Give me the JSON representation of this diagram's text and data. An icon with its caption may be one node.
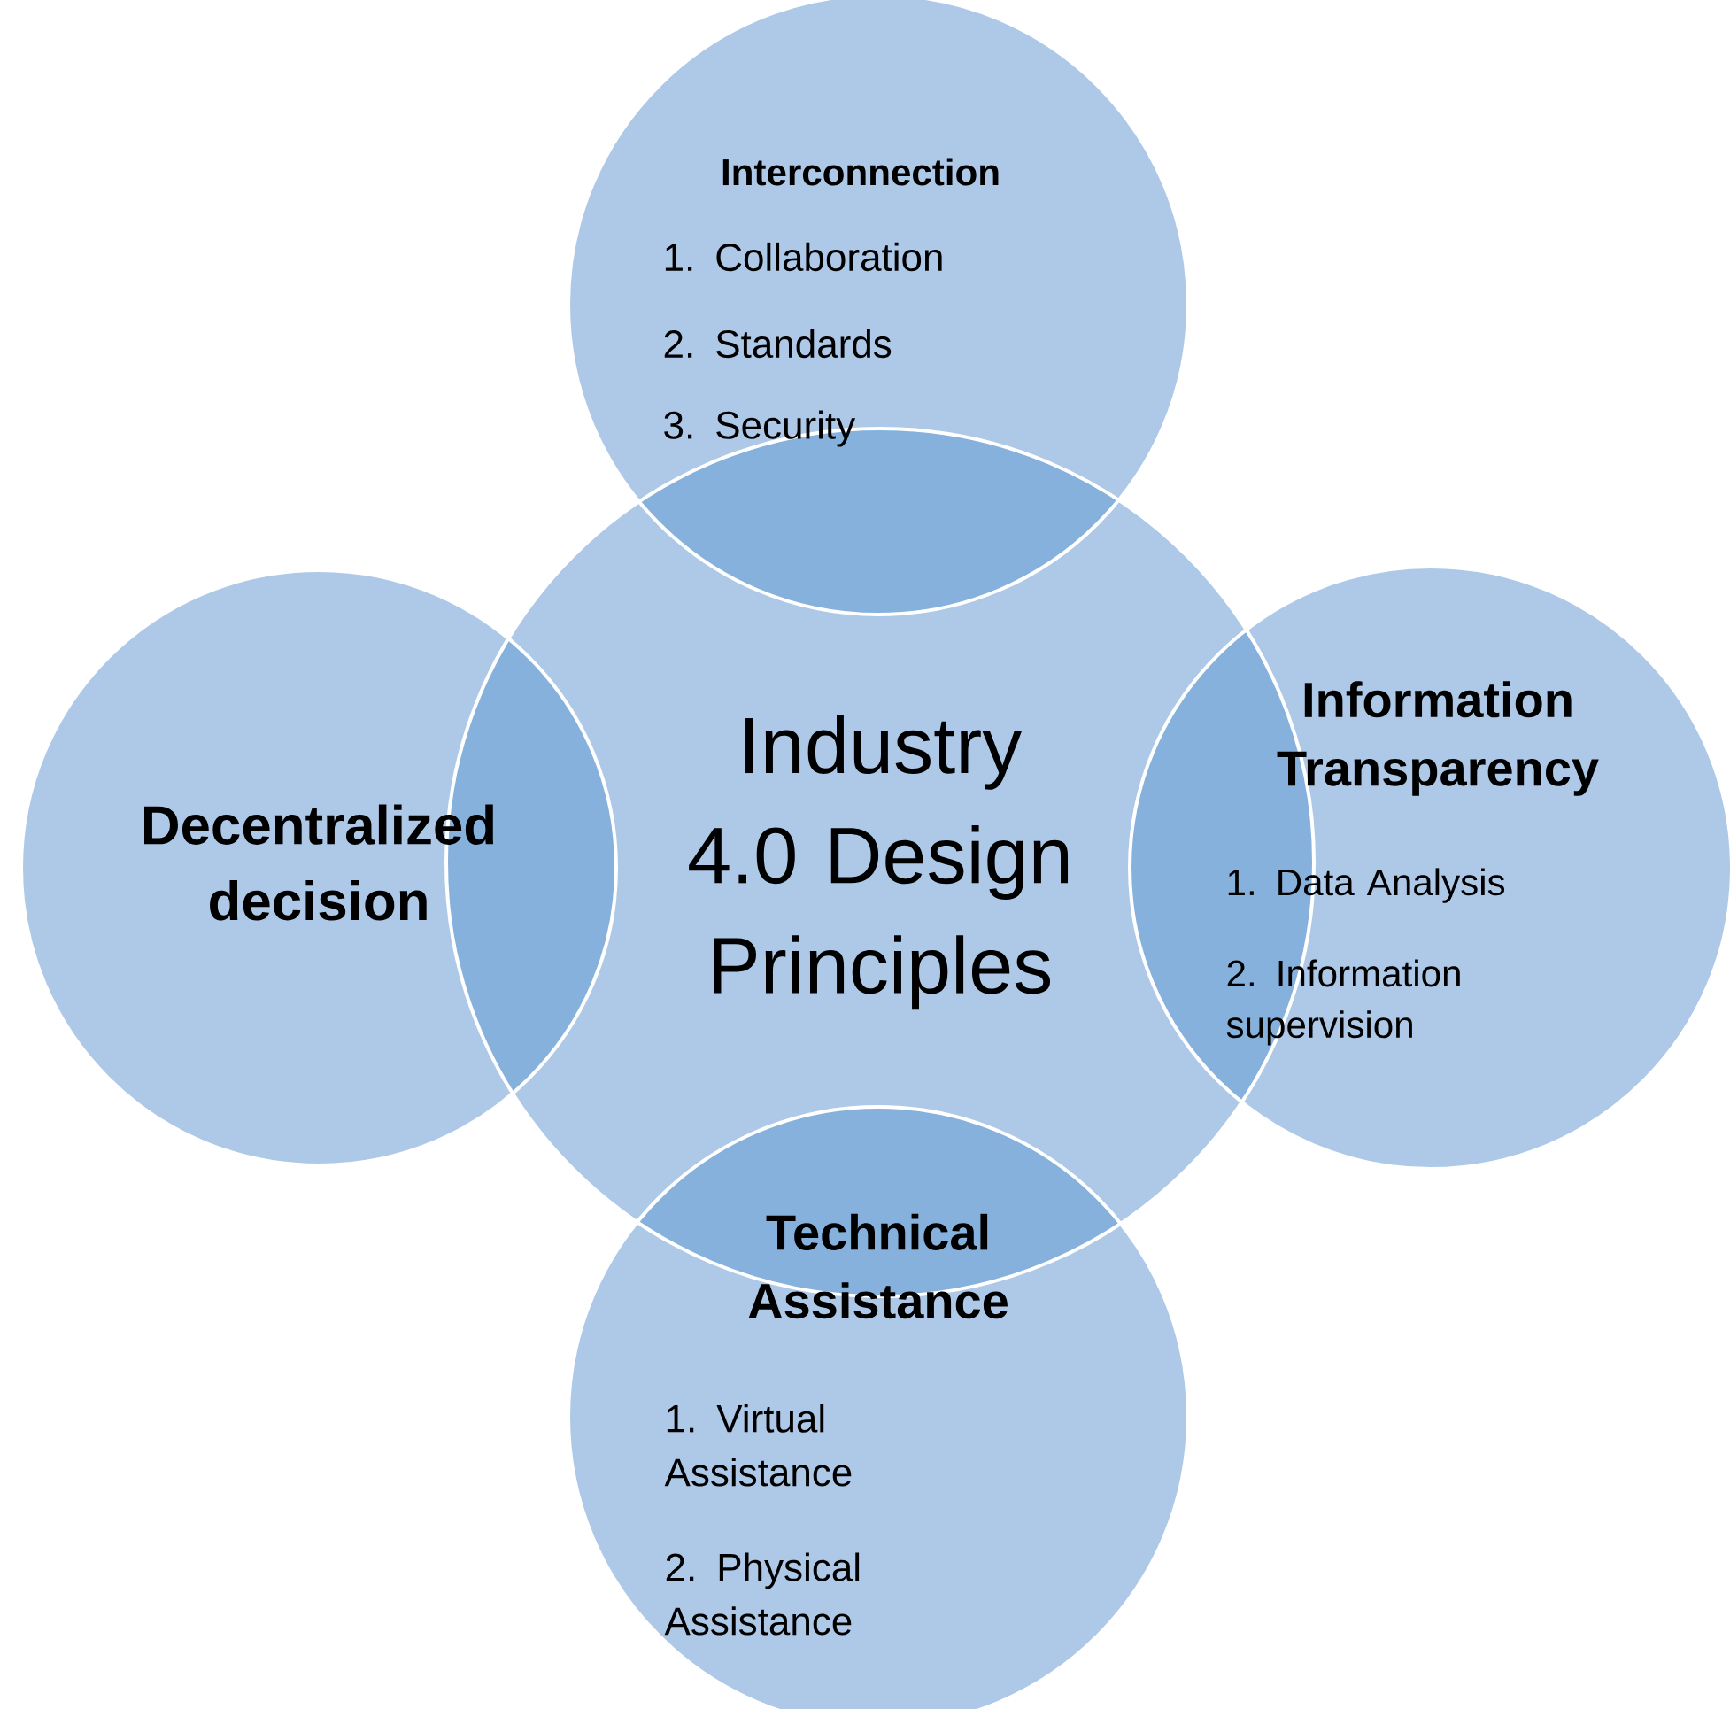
{
  "diagram": {
    "nodes": [
      {
        "text": [
          "Industry 4.0 Design Principles"
        ]
      },
      {
        "text": [
          "Interconnection",
          "1. Collaboration",
          "2. Standards",
          "3. Security"
        ]
      },
      {
        "text": [
          "Decentralized decision"
        ]
      },
      {
        "text": [
          "Information Transparency",
          "1. Data Analysis",
          "2. Information supervision"
        ]
      },
      {
        "text": [
          "Technical Assistance",
          "1. Virtual Assistance",
          "2. Physical Assistance"
        ]
      }
    ]
  }
}
